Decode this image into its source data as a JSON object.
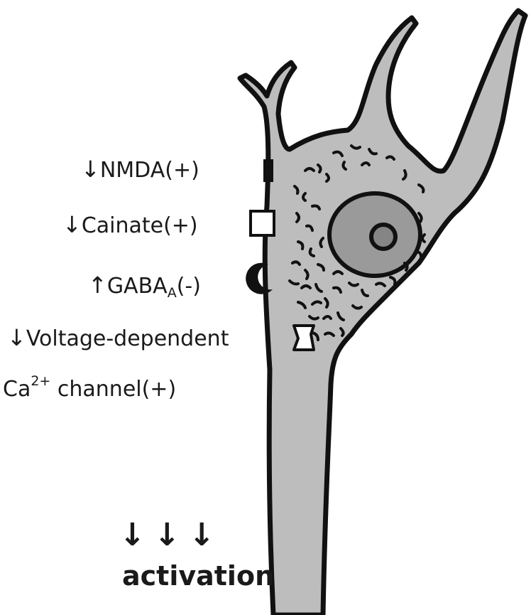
{
  "colors": {
    "membrane": "#111111",
    "cytoplasm": "#bdbdbd",
    "nucleus": "#9a9a9a",
    "nucleolus": "#858585",
    "text": "#1a1a1a"
  },
  "receptors": {
    "nmda": {
      "arrow": "↓",
      "name": "NMDA(+)"
    },
    "cainate": {
      "arrow": "↓",
      "name": "Cainate(+)"
    },
    "gaba": {
      "arrow": "↑",
      "name": "GABA",
      "subscript": "A",
      "suffix": "(-)"
    },
    "vdcc": {
      "arrow": "↓",
      "line1": "Voltage-dependent",
      "ion": "Ca",
      "charge": "2+",
      "line2_rest": " channel(+)"
    }
  },
  "activation": {
    "arrows": "↓↓↓",
    "label": "activation"
  }
}
